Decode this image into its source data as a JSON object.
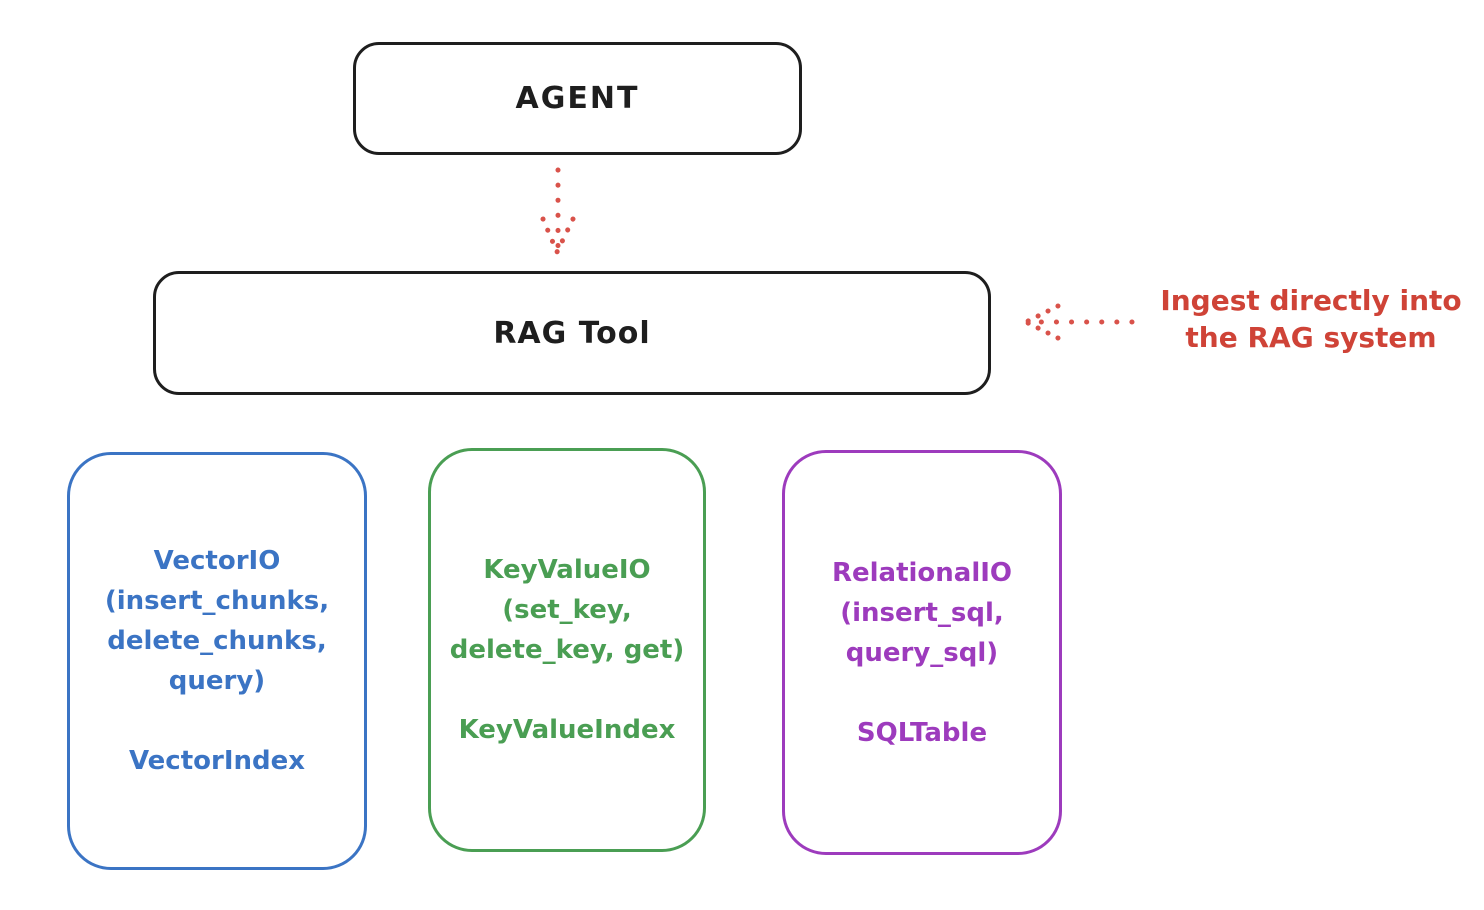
{
  "colors": {
    "ink": "#1e1e1e",
    "annotation_red": "#cf4337",
    "vector_blue": "#3b74c4",
    "keyvalue_green": "#4a9e53",
    "relational_purple": "#9d3bbd",
    "background": "#ffffff"
  },
  "agent": {
    "label": "AGENT"
  },
  "rag_tool": {
    "label": "RAG Tool"
  },
  "annotation": {
    "line1": "Ingest directly into",
    "line2": "the RAG system"
  },
  "backends": [
    {
      "name": "vector-io",
      "color": "#3b74c4",
      "title_lines": [
        "VectorIO",
        "(insert_chunks,",
        "delete_chunks,",
        "query)"
      ],
      "index_label": "VectorIndex"
    },
    {
      "name": "keyvalue-io",
      "color": "#4a9e53",
      "title_lines": [
        "KeyValueIO",
        "(set_key,",
        "delete_key, get)"
      ],
      "index_label": "KeyValueIndex"
    },
    {
      "name": "relational-io",
      "color": "#9d3bbd",
      "title_lines": [
        "RelationalIO",
        "(insert_sql,",
        "query_sql)"
      ],
      "index_label": "SQLTable"
    }
  ]
}
